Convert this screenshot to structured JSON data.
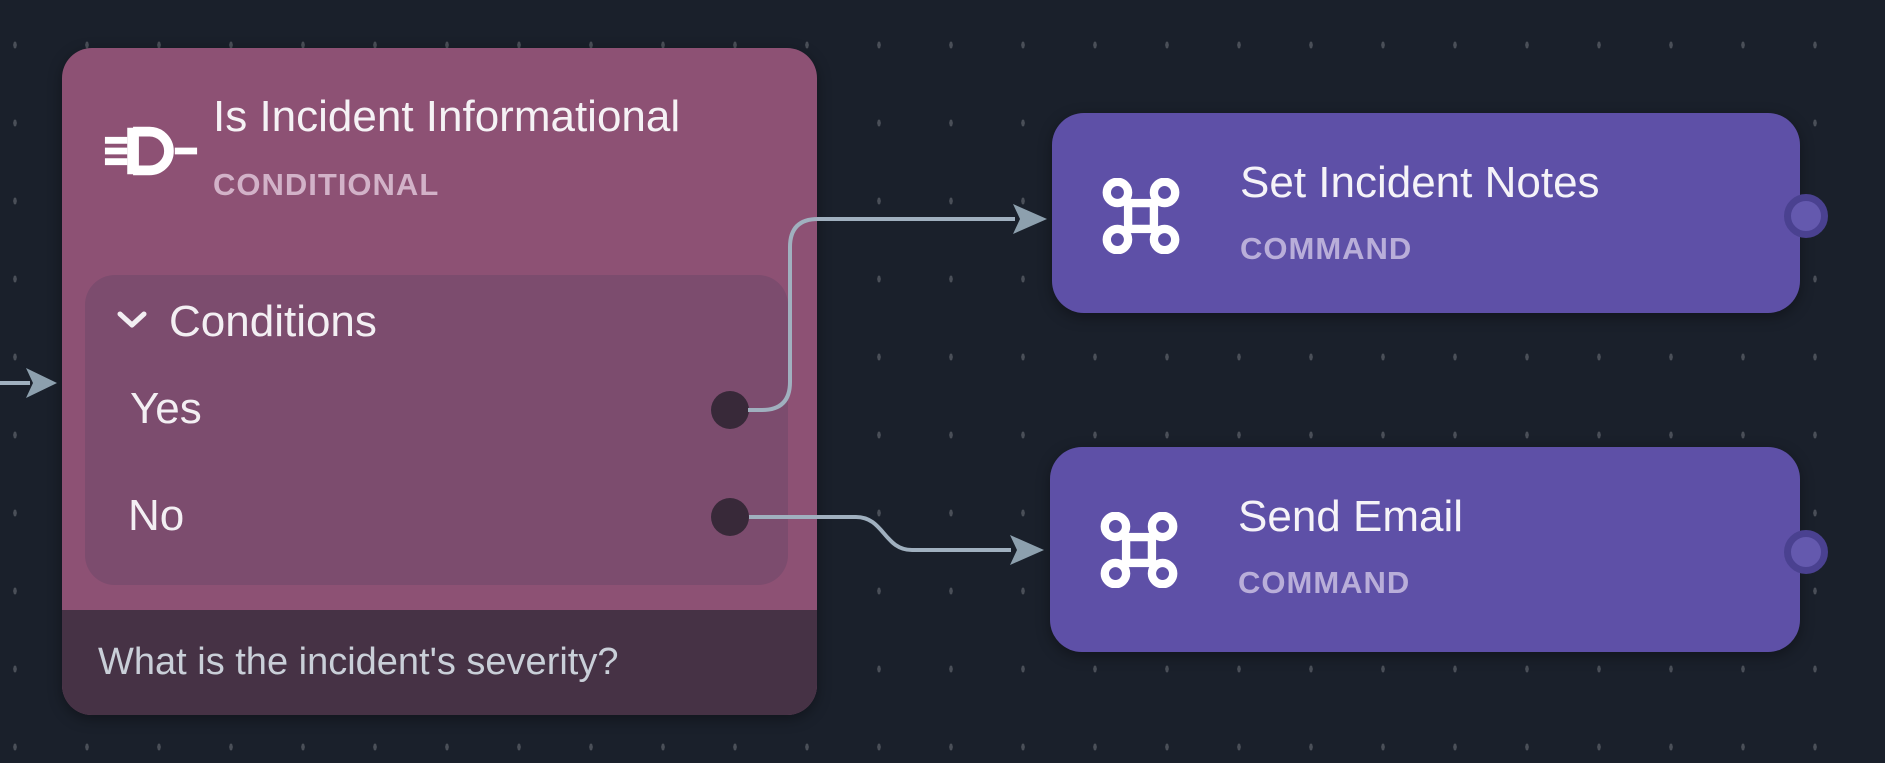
{
  "canvas": {
    "background_color": "#1a202b",
    "grid_dot_color": "#4a4f58"
  },
  "conditional_node": {
    "title": "Is Incident Informational",
    "type_label": "CONDITIONAL",
    "icon": "logic-gate-icon",
    "conditions_header": "Conditions",
    "chevron_icon": "chevron-down-icon",
    "branches": [
      {
        "label": "Yes"
      },
      {
        "label": "No"
      }
    ],
    "note": "What is the incident's severity?",
    "colors": {
      "body": "#8d5174",
      "panel": "#7c4c6e",
      "note_bar": "#463245",
      "port": "#382939",
      "type_label": "#d2b2c8"
    }
  },
  "command_nodes": [
    {
      "title": "Set Incident Notes",
      "type_label": "COMMAND",
      "icon": "command-icon"
    },
    {
      "title": "Send Email",
      "type_label": "COMMAND",
      "icon": "command-icon"
    }
  ],
  "command_style": {
    "body": "#5e50a7",
    "type_label": "#b9aed9",
    "port_fill": "#6459ae",
    "port_ring": "#4a4190"
  },
  "edges": {
    "line_color": "#a0b0bf",
    "arrow_color": "#8da0ae",
    "connections": [
      {
        "from": "off-canvas-left",
        "to": "Is Incident Informational"
      },
      {
        "from": "Is Incident Informational / Yes",
        "to": "Set Incident Notes"
      },
      {
        "from": "Is Incident Informational / No",
        "to": "Send Email"
      }
    ]
  }
}
